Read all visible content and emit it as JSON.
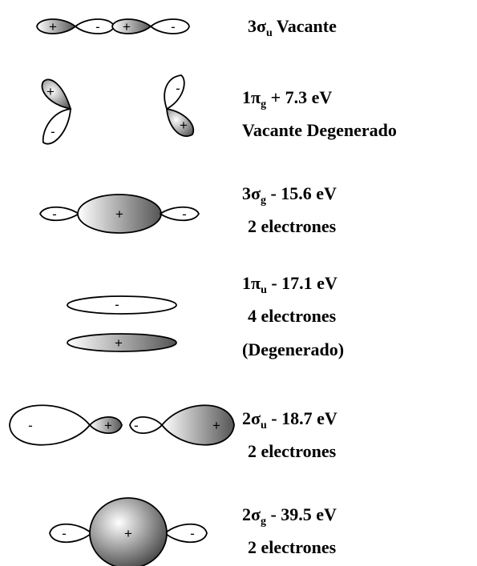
{
  "signs": {
    "plus": "+",
    "minus": "-"
  },
  "orbitals": [
    {
      "symbol": "3σ",
      "subscript": "u",
      "energy": "Vacante",
      "line2": ""
    },
    {
      "symbol": "1π",
      "subscript": "g",
      "energy": "+ 7.3 eV",
      "line2": "Vacante Degenerado"
    },
    {
      "symbol": "3σ",
      "subscript": "g",
      "energy": "- 15.6 eV",
      "line2": "2 electrones"
    },
    {
      "symbol": "1π",
      "subscript": "u",
      "energy": "- 17.1 eV",
      "line2": "4 electrones",
      "line3": "(Degenerado)"
    },
    {
      "symbol": "2σ",
      "subscript": "u",
      "energy": "- 18.7 eV",
      "line2": "2 electrones"
    },
    {
      "symbol": "2σ",
      "subscript": "g",
      "energy": "- 39.5 eV",
      "line2": "2 electrones"
    }
  ],
  "colors": {
    "shade_light": "#ffffff",
    "shade_dark": "#4a4a4a",
    "outline": "#000000"
  }
}
